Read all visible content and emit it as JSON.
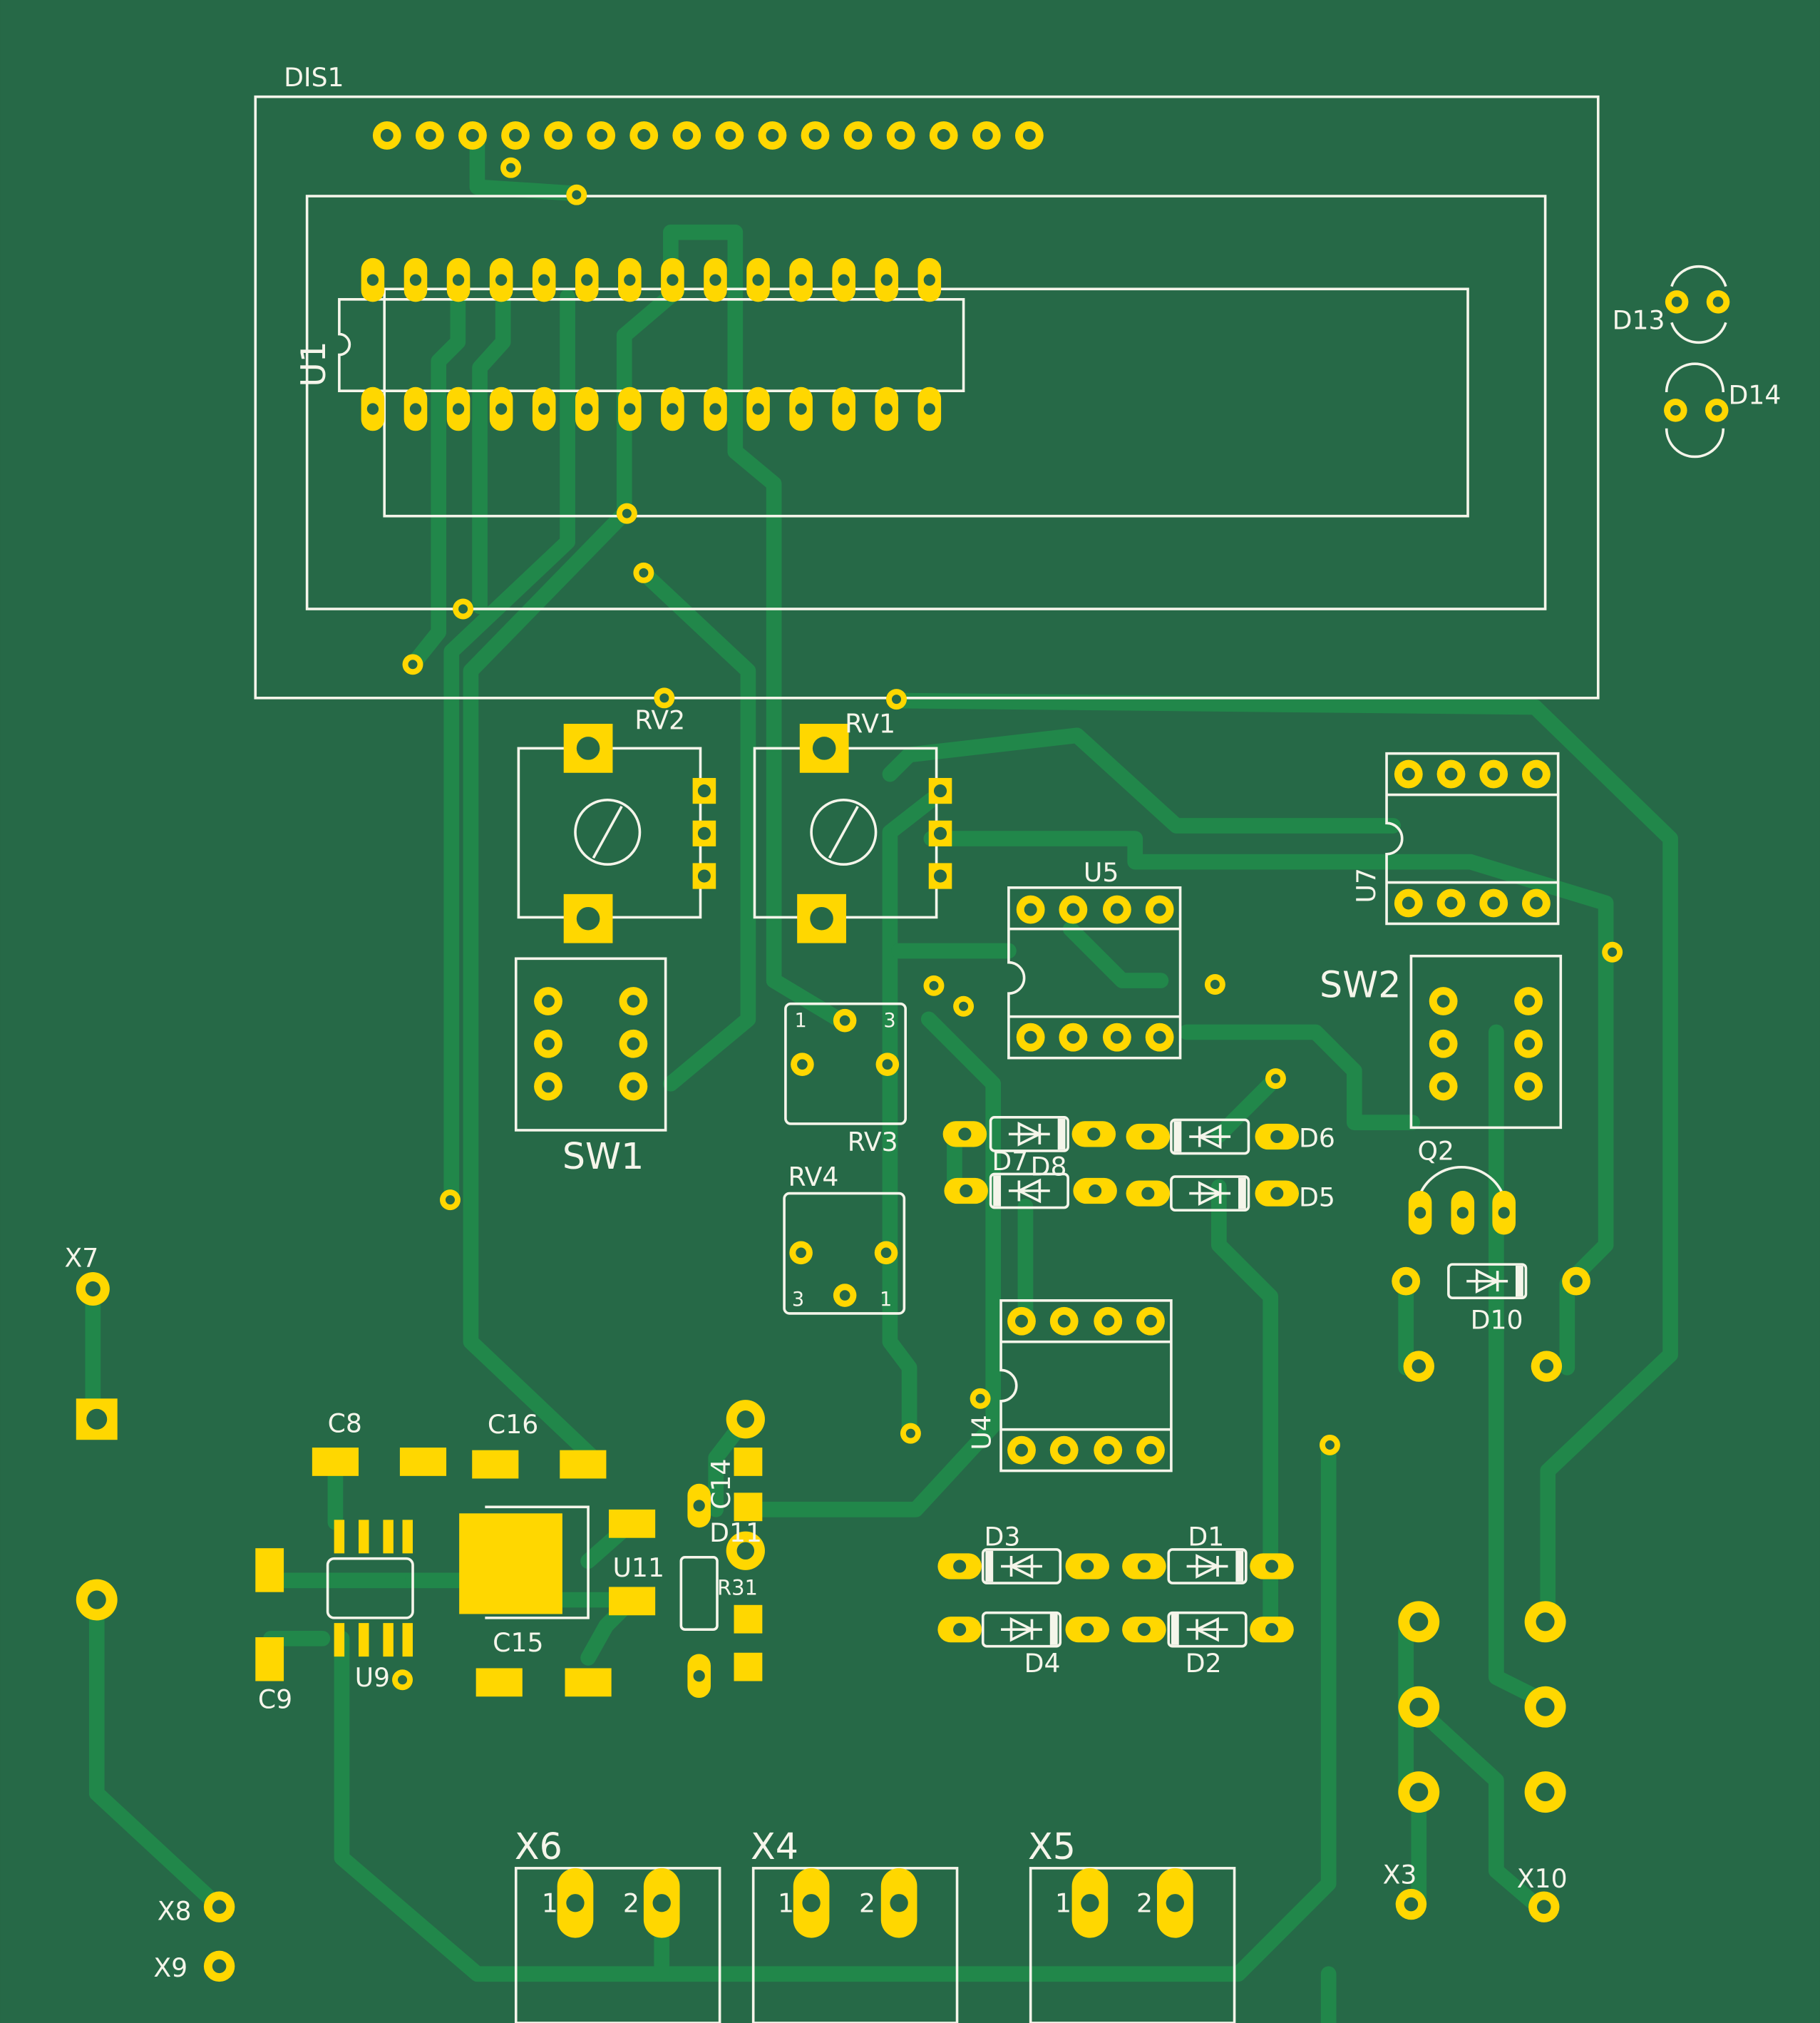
{
  "colors": {
    "board": "#266947",
    "trace": "#21874a",
    "pad": "#ffd700",
    "silkscreen": "#f5f5ea"
  },
  "references": {
    "DIS1": "DIS1",
    "U1": "U1",
    "D13": "D13",
    "D14": "D14",
    "RV1": "RV1",
    "RV2": "RV2",
    "RV3": "RV3",
    "RV4": "RV4",
    "U4": "U4",
    "U5": "U5",
    "U7": "U7",
    "U9": "U9",
    "U11": "U11",
    "SW1": "SW1",
    "SW2": "SW2",
    "Q2": "Q2",
    "D1": "D1",
    "D2": "D2",
    "D3": "D3",
    "D4": "D4",
    "D5": "D5",
    "D6": "D6",
    "D7": "D7",
    "D8": "D8",
    "D10": "D10",
    "D11": "D11",
    "C8": "C8",
    "C9": "C9",
    "C14": "C14",
    "C15": "C15",
    "C16": "C16",
    "R31": "R31",
    "X3": "X3",
    "X4": "X4",
    "X5": "X5",
    "X6": "X6",
    "X7": "X7",
    "X8": "X8",
    "X9": "X9",
    "X10": "X10"
  },
  "pin_labels": {
    "one": "1",
    "two": "2",
    "three": "3"
  }
}
